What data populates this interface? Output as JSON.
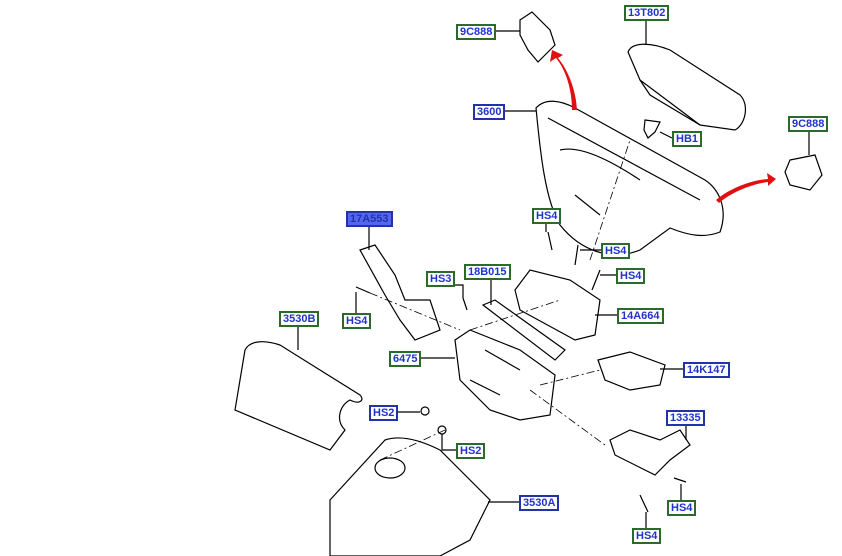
{
  "diagram": {
    "title": "Steering wheel and column components exploded view",
    "colors": {
      "label_text": "#2233cc",
      "border_green": "#2a6a2a",
      "border_blue": "#2233aa",
      "highlight": "#5566ee",
      "arrow": "#e01010"
    },
    "callouts": [
      {
        "text": "9C888",
        "style": "green"
      },
      {
        "text": "13T802",
        "style": "green"
      },
      {
        "text": "3600",
        "style": "blue"
      },
      {
        "text": "HB1",
        "style": "green"
      },
      {
        "text": "9C888",
        "style": "green"
      },
      {
        "text": "HS4",
        "style": "green"
      },
      {
        "text": "17A553",
        "style": "highlight"
      },
      {
        "text": "HS3",
        "style": "green"
      },
      {
        "text": "18B015",
        "style": "green"
      },
      {
        "text": "HS4",
        "style": "green"
      },
      {
        "text": "HS4",
        "style": "green"
      },
      {
        "text": "14A664",
        "style": "green"
      },
      {
        "text": "3530B",
        "style": "green"
      },
      {
        "text": "HS4",
        "style": "green"
      },
      {
        "text": "6475",
        "style": "green"
      },
      {
        "text": "14K147",
        "style": "blue"
      },
      {
        "text": "HS2",
        "style": "blue"
      },
      {
        "text": "HS2",
        "style": "green"
      },
      {
        "text": "13335",
        "style": "blue"
      },
      {
        "text": "HS4",
        "style": "green"
      },
      {
        "text": "HS4",
        "style": "green"
      },
      {
        "text": "3530A",
        "style": "blue"
      }
    ]
  }
}
